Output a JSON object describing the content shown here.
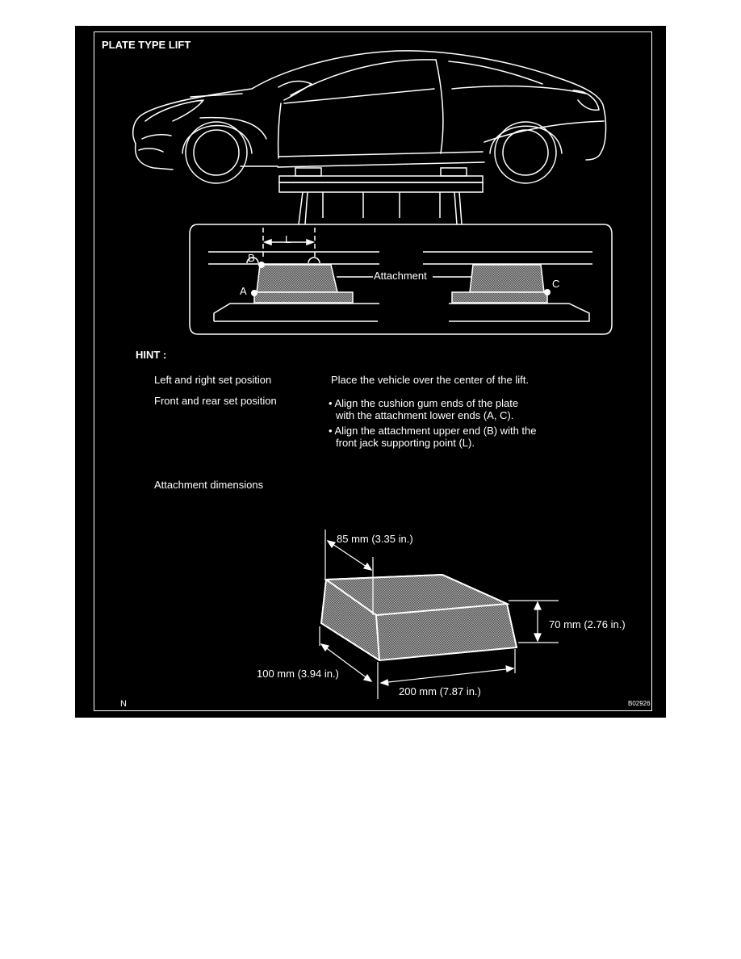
{
  "title": "PLATE TYPE LIFT",
  "labels": {
    "L": "L",
    "A": "A",
    "B": "B",
    "C": "C",
    "attachment": "Attachment"
  },
  "hint": {
    "heading": "HINT :",
    "rows": [
      {
        "label": "Left and right set position",
        "lines": [
          "Place the vehicle over the center of the lift."
        ]
      },
      {
        "label": "Front and rear set position",
        "bullets": [
          [
            "• Align the cushion gum ends of the plate",
            "with the attachment lower ends (A, C)."
          ],
          [
            "• Align the attachment upper end (B) with the",
            "front jack supporting point (L)."
          ]
        ]
      },
      {
        "label": "Attachment dimensions"
      }
    ]
  },
  "dimensions": {
    "top_width": "85 mm (3.35 in.)",
    "height": "70 mm (2.76 in.)",
    "depth": "100 mm (3.94 in.)",
    "length": "200 mm (7.87 in.)"
  },
  "footer": {
    "left": "N",
    "right": "B02926"
  },
  "colors": {
    "background": "#000000",
    "lines": "#ffffff",
    "hatch": "#9a9a9a"
  }
}
